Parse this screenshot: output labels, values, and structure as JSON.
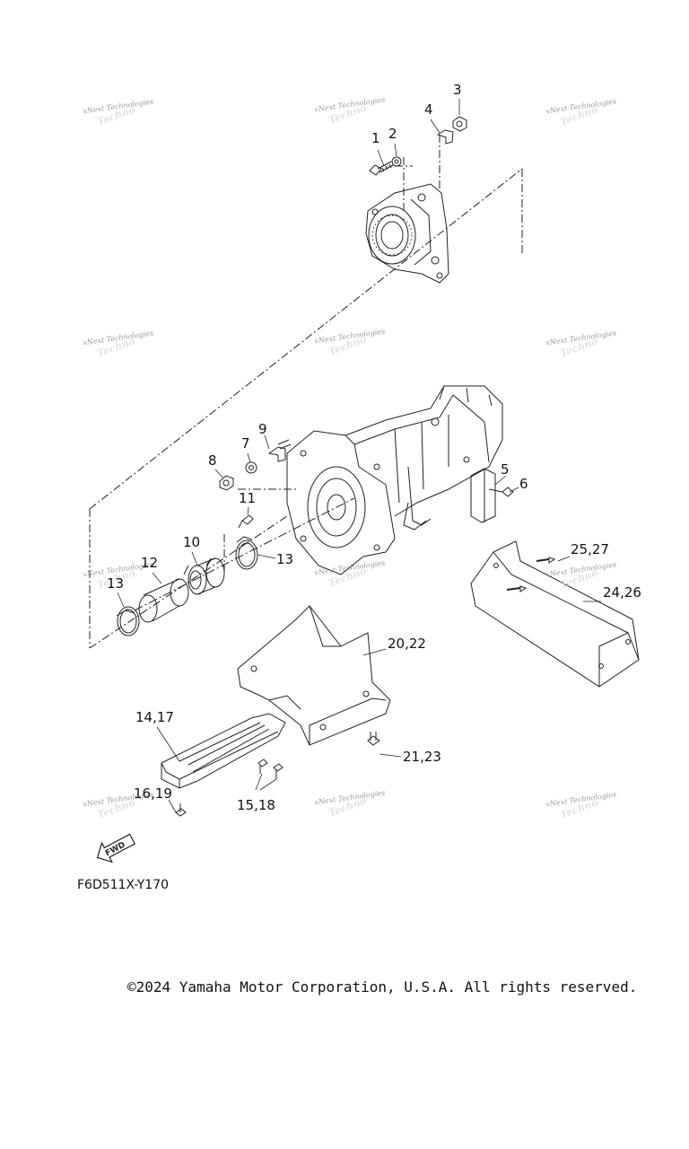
{
  "callouts": [
    {
      "id": "1",
      "text": "1"
    },
    {
      "id": "2",
      "text": "2"
    },
    {
      "id": "3",
      "text": "3"
    },
    {
      "id": "4",
      "text": "4"
    },
    {
      "id": "5",
      "text": "5"
    },
    {
      "id": "6",
      "text": "6"
    },
    {
      "id": "7",
      "text": "7"
    },
    {
      "id": "8",
      "text": "8"
    },
    {
      "id": "9",
      "text": "9"
    },
    {
      "id": "10",
      "text": "10"
    },
    {
      "id": "11",
      "text": "11"
    },
    {
      "id": "12",
      "text": "12"
    },
    {
      "id": "13a",
      "text": "13"
    },
    {
      "id": "13b",
      "text": "13"
    },
    {
      "id": "14_17",
      "text": "14,17"
    },
    {
      "id": "15_18",
      "text": "15,18"
    },
    {
      "id": "16_19",
      "text": "16,19"
    },
    {
      "id": "20_22",
      "text": "20,22"
    },
    {
      "id": "21_23",
      "text": "21,23"
    },
    {
      "id": "24_26",
      "text": "24,26"
    },
    {
      "id": "25_27",
      "text": "25,27"
    }
  ],
  "watermark": {
    "text": "vNext Technologies",
    "ghost": "Techno"
  },
  "fwd_label": "FWD",
  "figure_code": "F6D511X-Y170",
  "copyright": "©2024 Yamaha Motor Corporation, U.S.A. All rights reserved."
}
